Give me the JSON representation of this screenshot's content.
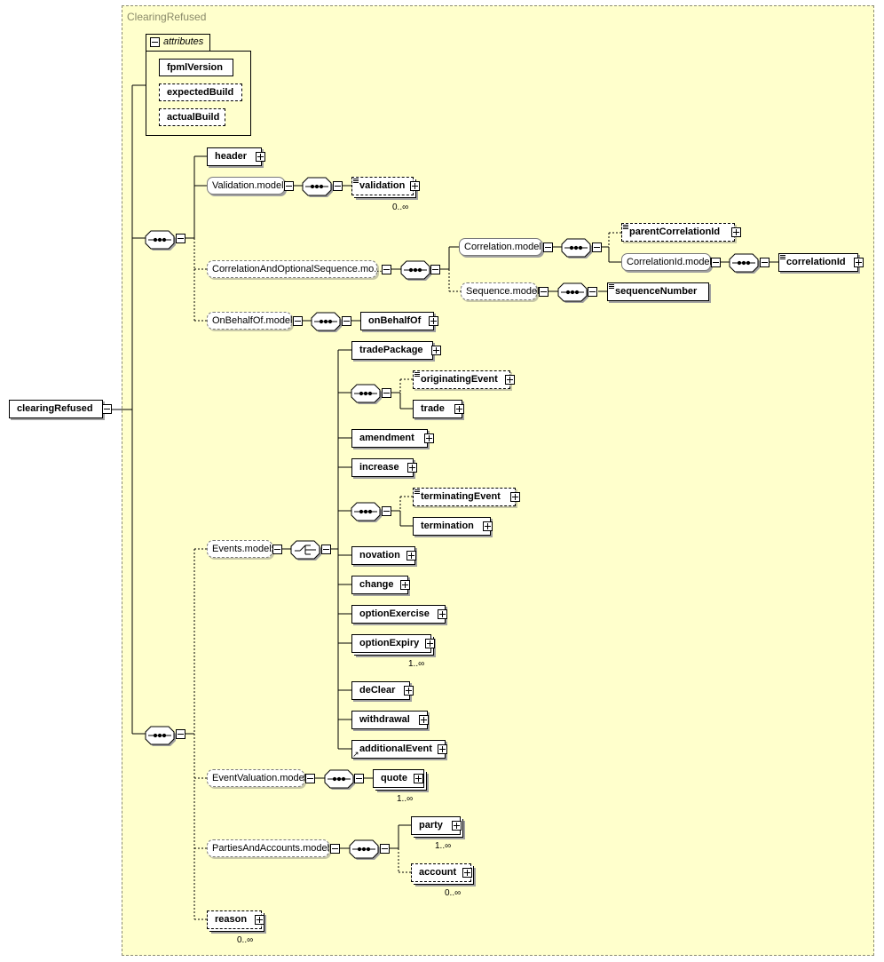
{
  "frame": {
    "title": "ClearingRefused"
  },
  "root": {
    "label": "clearingRefused"
  },
  "attributes": {
    "title": "attributes",
    "items": [
      "fpmlVersion",
      "expectedBuild",
      "actualBuild"
    ]
  },
  "header_seq": {
    "header": "header",
    "validation_model": "Validation.model",
    "validation": "validation",
    "validation_card": "0..∞",
    "correlation_seq_model": "CorrelationAndOptionalSequence.mo...",
    "correlation_model": "Correlation.model",
    "parent_correlation_id": "parentCorrelationId",
    "correlation_id_model": "CorrelationId.model",
    "correlation_id": "correlationId",
    "sequence_model": "Sequence.model",
    "sequence_number": "sequenceNumber",
    "on_behalf_of_model": "OnBehalfOf.model",
    "on_behalf_of": "onBehalfOf"
  },
  "events": {
    "model": "Events.model",
    "items": {
      "trade_package": "tradePackage",
      "originating_event": "originatingEvent",
      "trade": "trade",
      "amendment": "amendment",
      "increase": "increase",
      "terminating_event": "terminatingEvent",
      "termination": "termination",
      "novation": "novation",
      "change": "change",
      "option_exercise": "optionExercise",
      "option_expiry": "optionExpiry",
      "option_expiry_card": "1..∞",
      "de_clear": "deClear",
      "withdrawal": "withdrawal",
      "additional_event": "additionalEvent"
    }
  },
  "tail": {
    "event_valuation_model": "EventValuation.model",
    "quote": "quote",
    "quote_card": "1..∞",
    "parties_model": "PartiesAndAccounts.model",
    "party": "party",
    "party_card": "1..∞",
    "account": "account",
    "account_card": "0..∞",
    "reason": "reason",
    "reason_card": "0..∞"
  },
  "icons": [
    "minus-toggle-icon",
    "plus-toggle-icon",
    "sequence-compositor-icon",
    "choice-compositor-icon",
    "documentation-icon",
    "reference-arrow-icon"
  ]
}
